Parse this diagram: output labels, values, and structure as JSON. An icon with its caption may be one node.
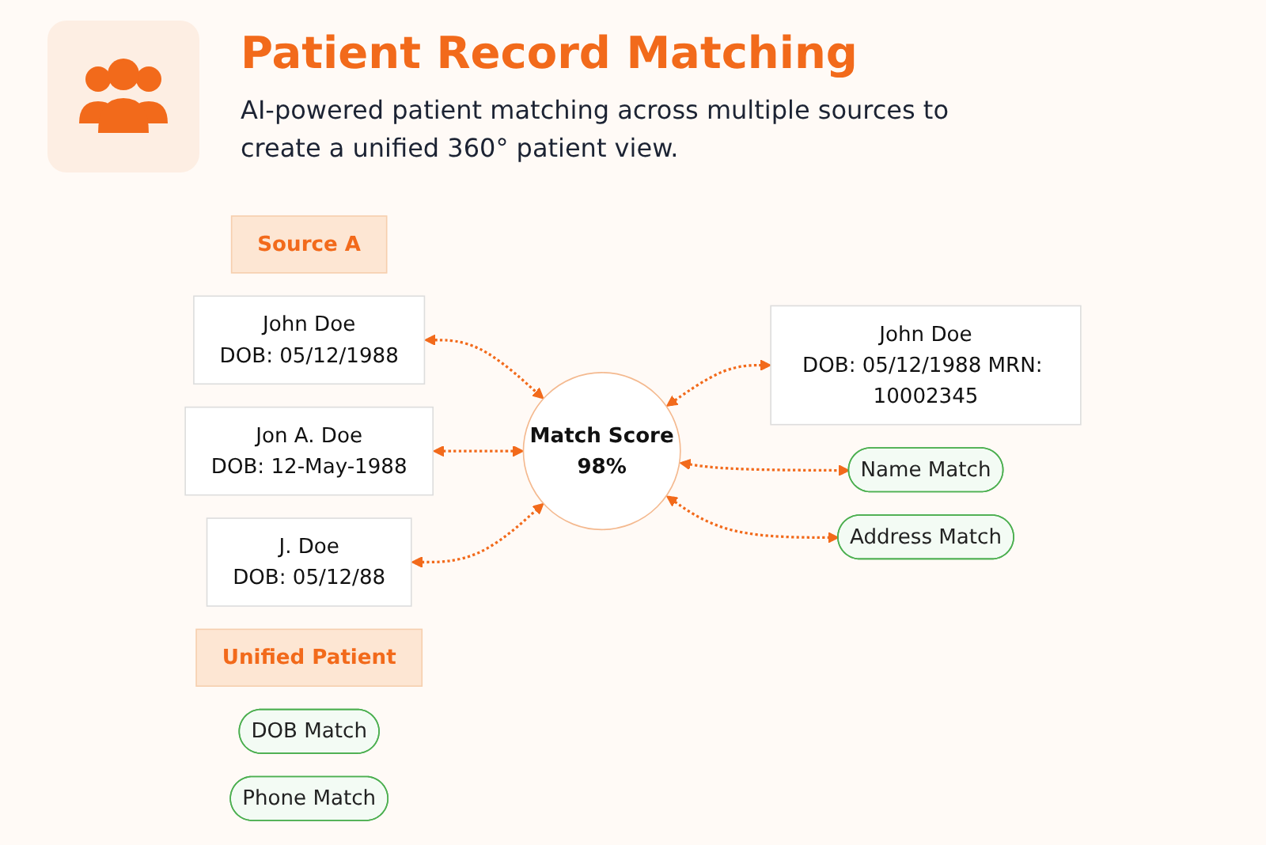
{
  "diagram": {
    "title": "Patient Record Matching",
    "nodes": [
      {
        "text": [
          "Source A"
        ]
      },
      {
        "text": [
          "John Doe",
          "DOB: 05/12/1988"
        ]
      },
      {
        "text": [
          "Jon A. Doe",
          "DOB: 12-May-1988"
        ]
      },
      {
        "text": [
          "J. Doe",
          "DOB: 05/12/88"
        ]
      },
      {
        "text": [
          "Match Score",
          "98%"
        ]
      },
      {
        "text": [
          "Unified Patient"
        ]
      },
      {
        "text": [
          "John Doe",
          "DOB: 05/12/1988 MRN: 10002345"
        ]
      },
      {
        "text": [
          "Name Match"
        ]
      },
      {
        "text": [
          "DOB Match"
        ]
      },
      {
        "text": [
          "Address Match"
        ]
      },
      {
        "text": [
          "Phone Match"
        ]
      }
    ],
    "edges": [
      {
        "from": 1,
        "to": 4,
        "arrow": "both",
        "style": "dashed"
      },
      {
        "from": 2,
        "to": 4,
        "arrow": "both",
        "style": "dashed"
      },
      {
        "from": 3,
        "to": 4,
        "arrow": "both",
        "style": "dashed"
      },
      {
        "from": 4,
        "to": 6,
        "arrow": "both",
        "style": "dashed"
      },
      {
        "from": 4,
        "to": 7,
        "arrow": "both",
        "style": "dashed"
      },
      {
        "from": 4,
        "to": 9,
        "arrow": "both",
        "style": "dashed"
      }
    ],
    "labels": [
      "AI-powered patient matching across multiple sources to create a unified 360° patient view."
    ]
  }
}
